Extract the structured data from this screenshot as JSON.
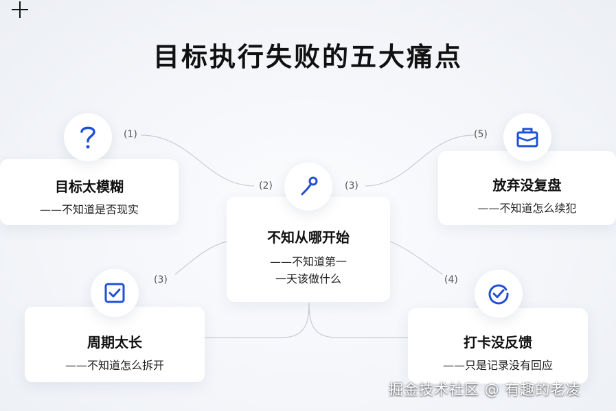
{
  "title": "目标执行失败的五大痛点",
  "watermark": "掘金技术社区 @ 有趣的老凌",
  "accent_color": "#1f4fd6",
  "nodes": [
    {
      "id": "vague",
      "number": "(1)",
      "title": "目标太模糊",
      "subtitle": "——不知道是否现实",
      "icon": "question-icon"
    },
    {
      "id": "start",
      "number_left": "(2)",
      "number_right": "(3)",
      "title": "不知从哪开始",
      "subtitle_line1": "——不知道第一",
      "subtitle_line2": "一天该做什么",
      "icon": "route-icon"
    },
    {
      "id": "review",
      "number": "(5)",
      "title": "放弃没复盘",
      "subtitle": "——不知道怎么续犯",
      "icon": "briefcase-icon"
    },
    {
      "id": "cycle",
      "number": "(3)",
      "title": "周期太长",
      "subtitle": "——不知道怎么拆开",
      "icon": "checkbox-icon"
    },
    {
      "id": "feedback",
      "number": "(4)",
      "title": "打卡没反馈",
      "subtitle": "——只是记录没有回应",
      "icon": "check-circle-icon"
    }
  ]
}
